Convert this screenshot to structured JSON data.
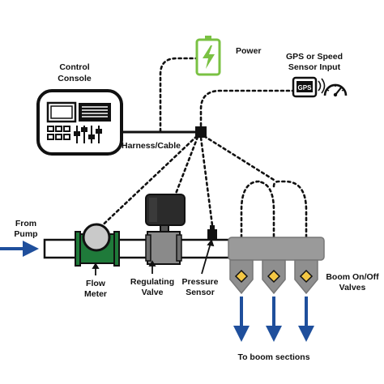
{
  "labels": {
    "control_console": [
      "Control",
      "Console"
    ],
    "power": "Power",
    "gps": [
      "GPS or Speed",
      "Sensor Input"
    ],
    "gps_badge": "GPS",
    "harness": "Harness/Cable",
    "from_pump": [
      "From",
      "Pump"
    ],
    "flow_meter": [
      "Flow",
      "Meter"
    ],
    "regulating_valve": [
      "Regulating",
      "Valve"
    ],
    "pressure_sensor": [
      "Pressure",
      "Sensor"
    ],
    "boom_valves": [
      "Boom On/Off",
      "Valves"
    ],
    "to_boom": "To boom sections"
  },
  "colors": {
    "flow_arrow": "#1f4f9c",
    "flow_meter": "#1f7a3a",
    "battery": "#7ac143",
    "manifold": "#9a9a9a",
    "valve_diamond": "#f3c744",
    "line": "#111111"
  },
  "icons": {
    "battery": "battery-bolt-icon",
    "gps": "gps-unit-icon",
    "speed": "speedometer-icon"
  }
}
